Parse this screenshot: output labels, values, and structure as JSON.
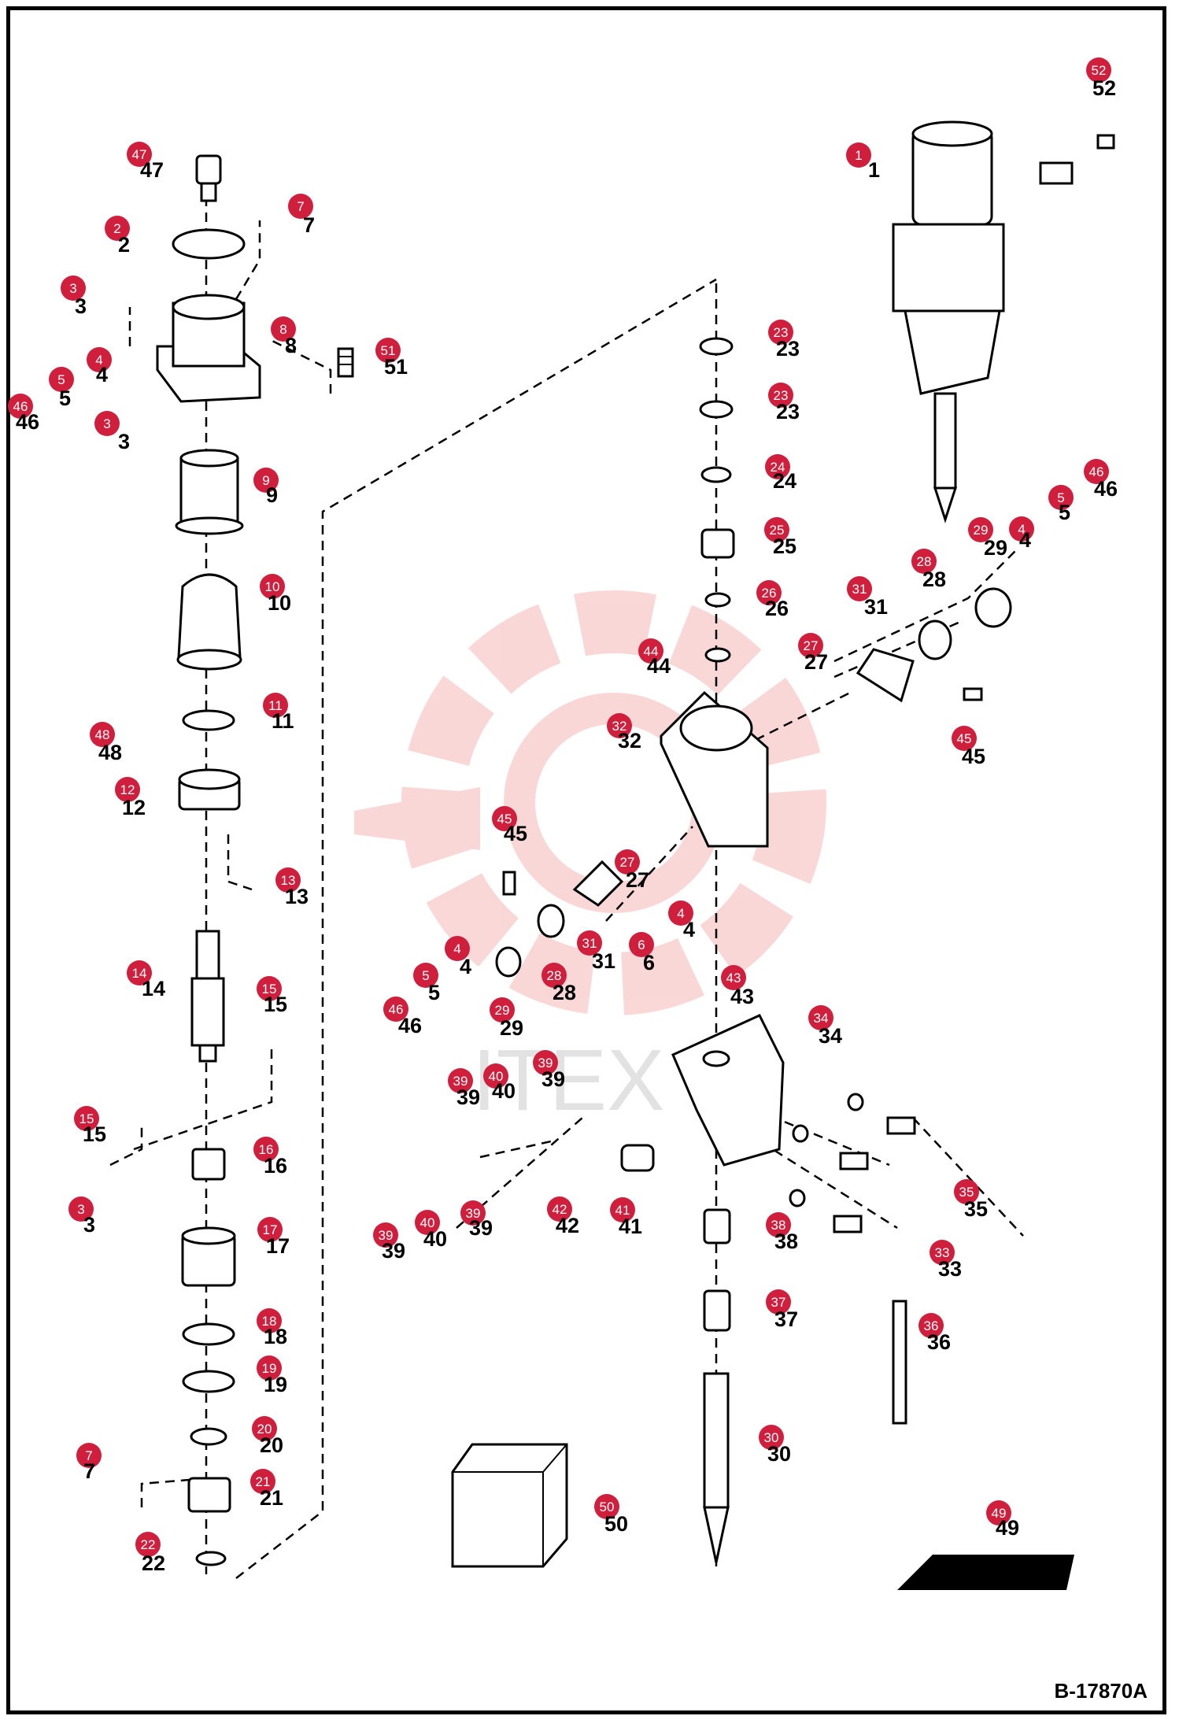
{
  "drawing_code": "B-17870A",
  "watermark_text": "ITEX",
  "colors": {
    "badge": "#d01f3c",
    "ink": "#000000",
    "watermark": "#f7b8b8"
  },
  "callouts": [
    {
      "n": "47",
      "label": "47"
    },
    {
      "n": "2",
      "label": "2"
    },
    {
      "n": "7",
      "label": "7"
    },
    {
      "n": "3",
      "label": "3"
    },
    {
      "n": "8",
      "label": "8"
    },
    {
      "n": "51",
      "label": "51"
    },
    {
      "n": "4",
      "label": "4"
    },
    {
      "n": "5",
      "label": "5"
    },
    {
      "n": "46",
      "label": "46"
    },
    {
      "n": "3",
      "label": "3"
    },
    {
      "n": "9",
      "label": "9"
    },
    {
      "n": "10",
      "label": "10"
    },
    {
      "n": "11",
      "label": "11"
    },
    {
      "n": "48",
      "label": "48"
    },
    {
      "n": "12",
      "label": "12"
    },
    {
      "n": "13",
      "label": "13"
    },
    {
      "n": "14",
      "label": "14"
    },
    {
      "n": "15",
      "label": "15"
    },
    {
      "n": "15",
      "label": "15"
    },
    {
      "n": "16",
      "label": "16"
    },
    {
      "n": "3",
      "label": "3"
    },
    {
      "n": "17",
      "label": "17"
    },
    {
      "n": "18",
      "label": "18"
    },
    {
      "n": "19",
      "label": "19"
    },
    {
      "n": "20",
      "label": "20"
    },
    {
      "n": "7",
      "label": "7"
    },
    {
      "n": "21",
      "label": "21"
    },
    {
      "n": "22",
      "label": "22"
    },
    {
      "n": "1",
      "label": "1"
    },
    {
      "n": "52",
      "label": "52"
    },
    {
      "n": "23",
      "label": "23"
    },
    {
      "n": "23",
      "label": "23"
    },
    {
      "n": "24",
      "label": "24"
    },
    {
      "n": "25",
      "label": "25"
    },
    {
      "n": "26",
      "label": "26"
    },
    {
      "n": "44",
      "label": "44"
    },
    {
      "n": "27",
      "label": "27"
    },
    {
      "n": "31",
      "label": "31"
    },
    {
      "n": "28",
      "label": "28"
    },
    {
      "n": "29",
      "label": "29"
    },
    {
      "n": "4",
      "label": "4"
    },
    {
      "n": "5",
      "label": "5"
    },
    {
      "n": "46",
      "label": "46"
    },
    {
      "n": "32",
      "label": "32"
    },
    {
      "n": "45",
      "label": "45"
    },
    {
      "n": "45",
      "label": "45"
    },
    {
      "n": "27",
      "label": "27"
    },
    {
      "n": "4",
      "label": "4"
    },
    {
      "n": "6",
      "label": "6"
    },
    {
      "n": "31",
      "label": "31"
    },
    {
      "n": "28",
      "label": "28"
    },
    {
      "n": "4",
      "label": "4"
    },
    {
      "n": "5",
      "label": "5"
    },
    {
      "n": "46",
      "label": "46"
    },
    {
      "n": "29",
      "label": "29"
    },
    {
      "n": "43",
      "label": "43"
    },
    {
      "n": "34",
      "label": "34"
    },
    {
      "n": "39",
      "label": "39"
    },
    {
      "n": "40",
      "label": "40"
    },
    {
      "n": "39",
      "label": "39"
    },
    {
      "n": "35",
      "label": "35"
    },
    {
      "n": "42",
      "label": "42"
    },
    {
      "n": "41",
      "label": "41"
    },
    {
      "n": "39",
      "label": "39"
    },
    {
      "n": "40",
      "label": "40"
    },
    {
      "n": "39",
      "label": "39"
    },
    {
      "n": "38",
      "label": "38"
    },
    {
      "n": "33",
      "label": "33"
    },
    {
      "n": "37",
      "label": "37"
    },
    {
      "n": "36",
      "label": "36"
    },
    {
      "n": "30",
      "label": "30"
    },
    {
      "n": "50",
      "label": "50"
    },
    {
      "n": "49",
      "label": "49"
    }
  ]
}
